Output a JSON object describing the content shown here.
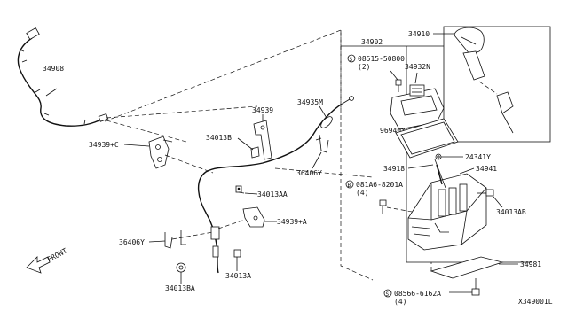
{
  "labels": {
    "p34908": "34908",
    "p34939c": "34939+C",
    "p34013b": "34013B",
    "p34939": "34939",
    "p34935m": "34935M",
    "p36406y_top": "36406Y",
    "p34013aa": "34013AA",
    "p34939a": "34939+A",
    "p36406y_bot": "36406Y",
    "p34013a": "34013A",
    "p34013ba": "34013BA",
    "p34902": "34902",
    "p34910": "34910",
    "p08515": "08515-50800",
    "p08515_qty": "(2)",
    "p34932n": "34932N",
    "p96940y": "96940Y",
    "p24341y": "24341Y",
    "p34918": "34918",
    "p34941": "34941",
    "p081a6": "081A6-8201A",
    "p081a6_qty": "(4)",
    "p34013ab": "34013AB",
    "p34981": "34981",
    "p08566": "08566-6162A",
    "p08566_qty": "(4)",
    "front": "FRONT",
    "diagram_id": "X349001L"
  },
  "markers": {
    "screw": "S",
    "bolt": "B"
  }
}
